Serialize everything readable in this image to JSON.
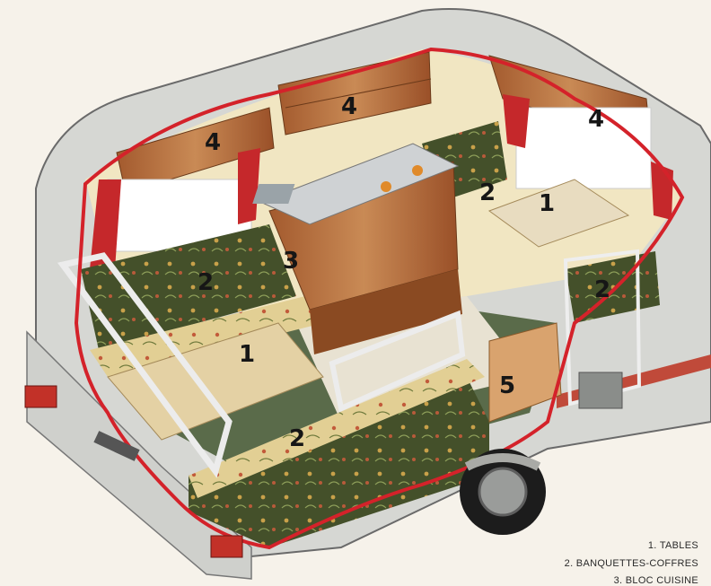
{
  "callouts": {
    "table_left": "1",
    "table_right": "1",
    "bench_left": "2",
    "bench_front": "2",
    "bench_back": "2",
    "bench_right": "2",
    "kitchen": "3",
    "cupboard_left": "4",
    "cupboard_center": "4",
    "cupboard_right": "4",
    "wardrobe": "5"
  },
  "legend": [
    "1. TABLES",
    "2. BANQUETTES-COFFRES",
    "3. BLOC CUISINE"
  ],
  "colors": {
    "cutaway_edge": "#d4222a",
    "upholstery": "#3f4b23",
    "wood": "#b0683a",
    "body_shell": "#d6d7d3"
  }
}
